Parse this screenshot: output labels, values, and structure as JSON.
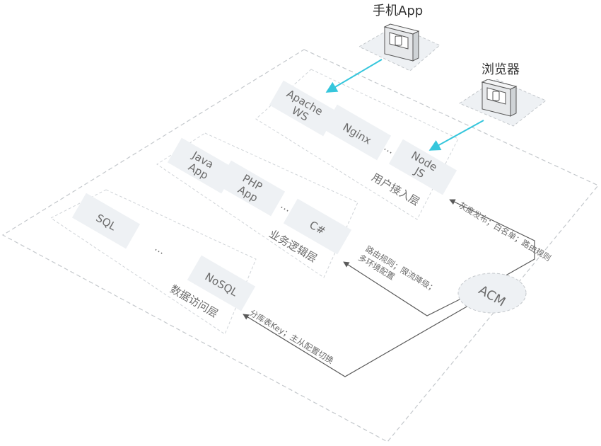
{
  "clients": {
    "mobile_label": "手机App",
    "browser_label": "浏览器",
    "device_icon": "kiosk-terminal-icon",
    "mobile_icon": "mobile-phone-icon"
  },
  "layers": {
    "access": {
      "items": [
        "Apache\nWS",
        "Nginx",
        "…",
        "Node\nJS"
      ],
      "label": "用户接入层"
    },
    "logic": {
      "items": [
        "Java\nApp",
        "PHP\nApp",
        "…",
        "C#"
      ],
      "label": "业务逻辑层"
    },
    "data": {
      "items": [
        "SQL",
        "…",
        "NoSQL"
      ],
      "label": "数据访问层"
    }
  },
  "acm": {
    "label": "ACM"
  },
  "connections": {
    "access_caption": "灰度发布；白名单；路由规则",
    "logic_caption_line1": "路由规则；限流降级；",
    "logic_caption_line2": "多环境配置",
    "data_caption": "分库表Key；主从配置切换"
  },
  "colors": {
    "tile": "#eef1f4",
    "panel": "#ffffff",
    "dash": "#c4c8cc",
    "client_arrow": "#35c6dc",
    "config_line": "#5a5a5a",
    "text": "#666666"
  }
}
